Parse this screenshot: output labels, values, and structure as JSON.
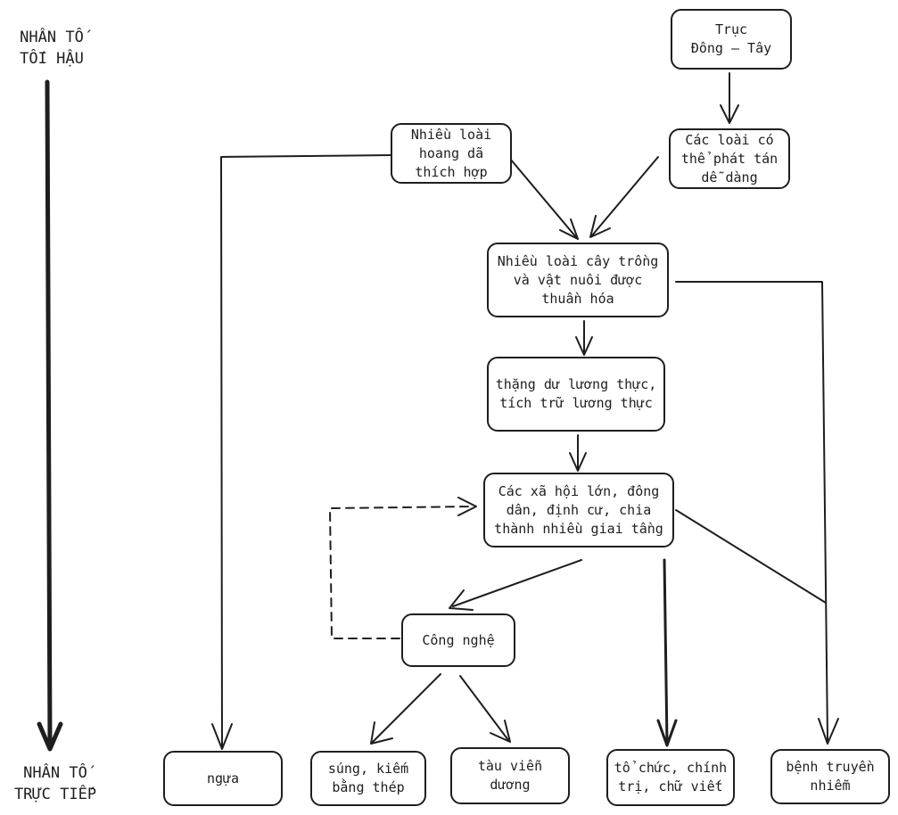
{
  "axis": {
    "top_label": "NHÂN TỐ\nTỐI HẬU",
    "bottom_label": "NHÂN TỐ\nTRỰC TIẾP"
  },
  "nodes": {
    "truc_dong_tay": "Trục\nĐông – Tây",
    "nhieu_loai_hoang_da": "Nhiều loài\nhoang dã\nthích hợp",
    "cac_loai_phat_tan": "Các loài có\nthể phát tán\ndễ dàng",
    "cay_trong_vat_nuoi": "Nhiều loài cây trồng\nvà vật nuôi được\nthuần hóa",
    "thang_du_luong_thuc": "thặng dư lương thực,\ntích trữ lương thực",
    "xa_hoi_lon": "Các xã hội lớn, đông\ndân, định cư, chia\nthành nhiều giai tầng",
    "cong_nghe": "Công nghệ",
    "ngua": "ngựa",
    "sung_kiem": "súng, kiếm\nbằng thép",
    "tau_vien_duong": "tàu viễn\ndương",
    "to_chuc_chinh_tri": "tổ chức, chính\ntrị, chữ viết",
    "benh_truyen_nhiem": "bệnh truyền\nnhiễm"
  },
  "colors": {
    "stroke": "#1e1e1e",
    "background": "#ffffff"
  }
}
